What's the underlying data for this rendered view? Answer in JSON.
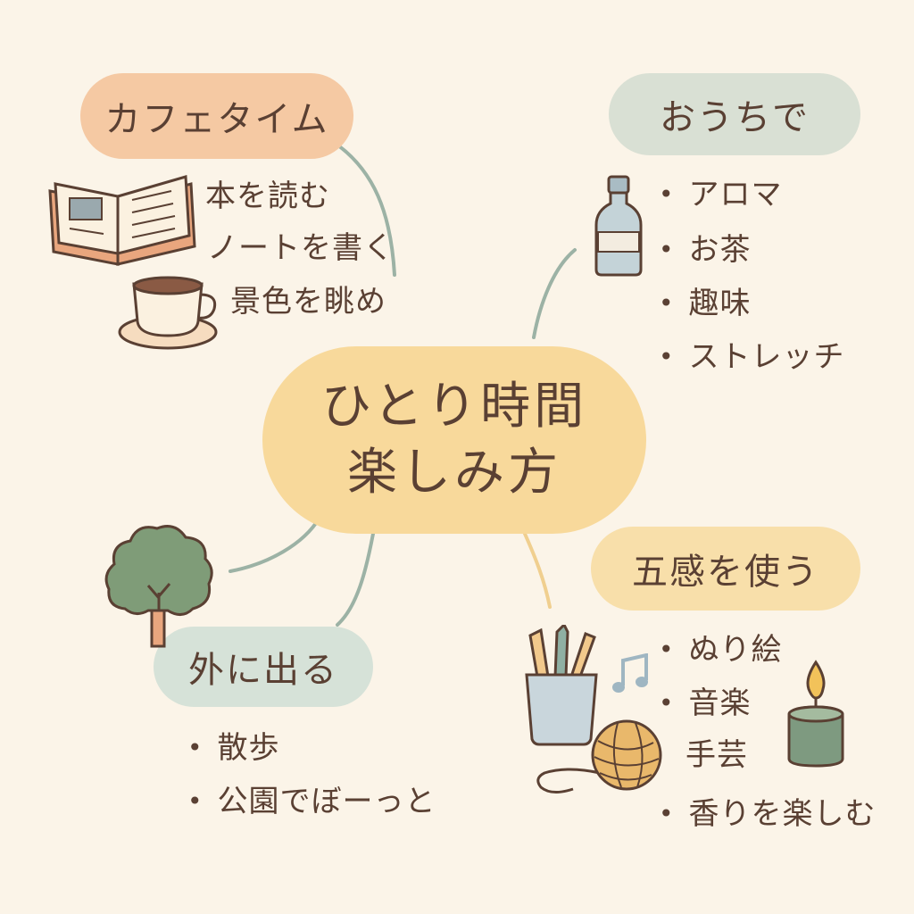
{
  "center": {
    "line1": "ひとり時間",
    "line2": "楽しみ方"
  },
  "branches": {
    "cafe": {
      "title": "カフェタイム",
      "items": [
        "本を読む",
        "ノートを書く",
        "景色を眺め"
      ],
      "color": "#f5c9a3"
    },
    "home": {
      "title": "おうちで",
      "items": [
        "アロマ",
        "お茶",
        "趣味",
        "ストレッチ"
      ],
      "color": "#d9e0d4"
    },
    "senses": {
      "title": "五感を使う",
      "items": [
        "ぬり絵",
        "音楽",
        "手芸",
        "香りを楽しむ"
      ],
      "color": "#f8dfaa"
    },
    "outside": {
      "title": "外に出る",
      "items": [
        "散歩",
        "公園でぼーっと"
      ],
      "color": "#d6e2d8"
    }
  },
  "icons": [
    "book-icon",
    "coffee-cup-icon",
    "oil-bottle-icon",
    "tree-icon",
    "pencil-cup-icon",
    "music-note-icon",
    "yarn-ball-icon",
    "candle-icon"
  ],
  "colors": {
    "background": "#fbf4e8",
    "text": "#5a4033",
    "center": "#f8d99b",
    "connector_green": "#9cb2a5",
    "connector_yellow": "#f0cf8f"
  }
}
